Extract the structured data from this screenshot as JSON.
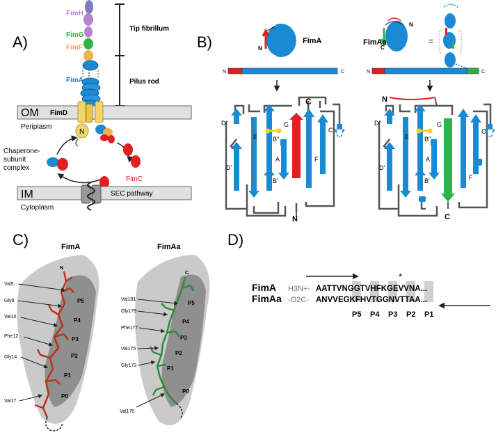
{
  "panels": {
    "a": {
      "letter": "A)"
    },
    "b": {
      "letter": "B)"
    },
    "c": {
      "letter": "C)"
    },
    "d": {
      "letter": "D)"
    }
  },
  "pilus": {
    "subunits": {
      "fimh": "FimH",
      "fimg": "FimG",
      "fimf": "FimF",
      "fima": "FimA"
    },
    "tip_label": "Tip fibrillum",
    "rod_label": "Pilus rod",
    "om_label": "OM",
    "fimd_label": "FimD",
    "periplasm_label": "Periplasm",
    "n_label": "N",
    "chaperone_label_1": "Chaperone-",
    "chaperone_label_2": "subunit",
    "chaperone_label_3": "complex",
    "fimc_label": "FimC",
    "im_label": "IM",
    "sec_label": "SEC pathway",
    "cytoplasm_label": "Cytoplasm"
  },
  "topology": {
    "left_title": "FimA",
    "right_title": "FimAa",
    "seq_n": "N",
    "seq_c": "C",
    "small_n": "N",
    "small_c": "C",
    "equals": "=",
    "strands": {
      "d2": "D''",
      "d1": "D'",
      "e": "E",
      "b2": "B''",
      "b1": "B'",
      "a": "A",
      "g": "G",
      "f": "F",
      "c": "C"
    },
    "colors": {
      "strand": "#1a8ad4",
      "fima_n_term": "#e02020",
      "fimaa_c_term": "#2db34a",
      "disulfide": "#f2d21b"
    }
  },
  "pockets": {
    "fima": {
      "title": "FimA",
      "terminus": "N",
      "residues": [
        "Val5",
        "Gly8",
        "Val10",
        "Phe12",
        "Gly14",
        "Val17"
      ],
      "color": "#b83318"
    },
    "fimaa": {
      "title": "FimAa",
      "terminus": "C",
      "residues": [
        "Val181",
        "Gly179",
        "Phe177",
        "Val175",
        "Gly173",
        "Val170"
      ],
      "color": "#2f8a3a"
    },
    "pocket_labels": [
      "P5",
      "P4",
      "P3",
      "P2",
      "P1",
      "P0"
    ]
  },
  "sequences": {
    "fima_name": "FimA",
    "fima_prefix": "H3N+-",
    "fima_seq": "AATTVNGGTVHFKGEVVNA...",
    "fimaa_name": "FimAa",
    "fimaa_prefix": "-O2C-",
    "fimaa_seq": "ANVVEGKFHVTGGNVTTAA...",
    "asterisk": "*",
    "positions": [
      "P5",
      "P4",
      "P3",
      "P2",
      "P1"
    ]
  }
}
